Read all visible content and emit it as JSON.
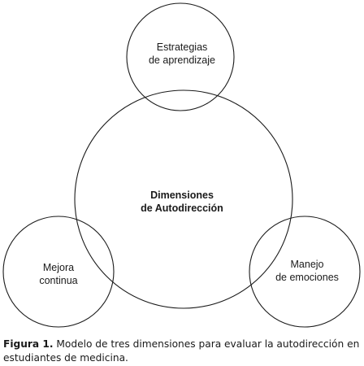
{
  "diagram": {
    "nodes": [
      {
        "id": "center",
        "label": [
          "Dimensiones",
          "de Autodirección"
        ],
        "bold": true
      },
      {
        "id": "top",
        "label": [
          "Estrategias",
          "de aprendizaje"
        ],
        "bold": false
      },
      {
        "id": "left",
        "label": [
          "Mejora",
          "continua"
        ],
        "bold": false
      },
      {
        "id": "right",
        "label": [
          "Manejo",
          "de emociones"
        ],
        "bold": false
      }
    ]
  },
  "caption": {
    "label": "Figura 1.",
    "text": " Modelo de tres dimensiones para evaluar la autodirección en estudiantes de medicina."
  }
}
